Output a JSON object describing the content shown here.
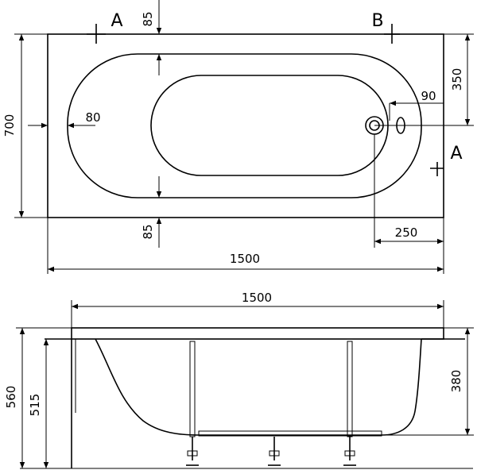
{
  "top_view": {
    "section_a_left": "A",
    "section_b": "B",
    "section_a_right": "A",
    "dim_85_top": "85",
    "dim_85_bottom": "85",
    "dim_700": "700",
    "dim_80": "80",
    "dim_350": "350",
    "dim_90": "90",
    "dim_250": "250",
    "dim_1500": "1500"
  },
  "side_view": {
    "dim_1500": "1500",
    "dim_560": "560",
    "dim_515": "515",
    "dim_380": "380"
  }
}
